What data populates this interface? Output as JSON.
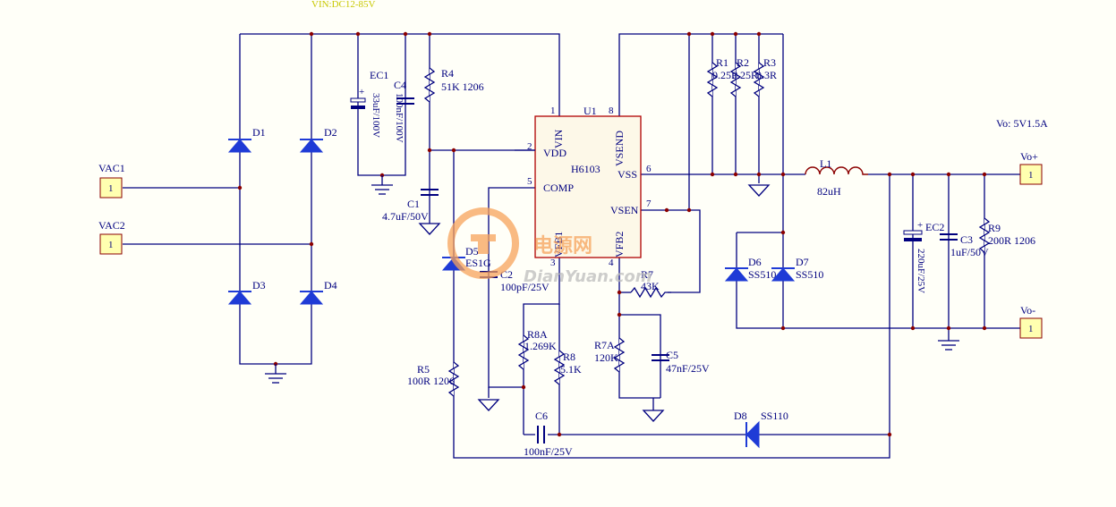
{
  "colors": {
    "wire": "#00007f",
    "junction": "#8b0000",
    "diode": "#1f3bd6",
    "ic_border": "#b00000",
    "ic_fill": "#fdf8e8",
    "port_fill": "#ffffb0",
    "watermark": "#f7a35b",
    "top_note": "#d8d800"
  },
  "top_note": "VIN:DC12-85V",
  "output_spec": "Vo: 5V1.5A",
  "ports": {
    "vac1": "VAC1",
    "vac2": "VAC2",
    "vo_plus": "Vo+",
    "vo_minus": "Vo-",
    "pin_num": "1"
  },
  "ic": {
    "ref": "U1",
    "part": "H6103",
    "pins": {
      "vin": "VIN",
      "vdd": "VDD",
      "comp": "COMP",
      "vfb1": "VFB1",
      "vsend": "VSEND",
      "vss": "VSS",
      "vsen": "VSEN",
      "vfb2": "VFB2"
    },
    "pin_numbers": {
      "vin": "1",
      "vdd": "2",
      "comp": "5",
      "vfb1": "3",
      "vsend": "8",
      "vss": "6",
      "vsen": "7",
      "vfb2": "4"
    }
  },
  "diodes": {
    "d1": "D1",
    "d2": "D2",
    "d3": "D3",
    "d4": "D4",
    "d5": "D5",
    "d5_val": "ES1G",
    "d6": "D6",
    "d6_val": "SS510",
    "d7": "D7",
    "d7_val": "SS510",
    "d8": "D8",
    "d8_val": "SS110"
  },
  "components": {
    "ec1": "EC1",
    "ec1_val": "33uF/100V",
    "c4": "C4",
    "c4_val": "100nF/100V",
    "r4": "R4",
    "r4_val": "51K 1206",
    "c1": "C1",
    "c1_val": "4.7uF/50V",
    "c2": "C2",
    "c2_val": "100pF/25V",
    "r1": "R1",
    "r1_val": "0.25R",
    "r2": "R2",
    "r2_val": "0.25R",
    "r3": "R3",
    "r3_val": "0.3R",
    "l1": "L1",
    "l1_val": "82uH",
    "ec2": "EC2",
    "ec2_val": "220uF/25V",
    "c3": "C3",
    "c3_val": "1uF/50V",
    "r9": "R9",
    "r9_val": "200R 1206",
    "r7": "R7",
    "r7_val": "43K",
    "r8a": "R8A",
    "r8a_val": "1.269K",
    "r8": "R8",
    "r8_val": "5.1K",
    "r7a": "R7A",
    "r7a_val": "120K",
    "c5": "C5",
    "c5_val": "47nF/25V",
    "r5": "R5",
    "r5_val": "100R 1206",
    "c6": "C6",
    "c6_val": "100nF/25V"
  },
  "watermark": {
    "cn": "电源网",
    "en": "DianYuan.com"
  }
}
